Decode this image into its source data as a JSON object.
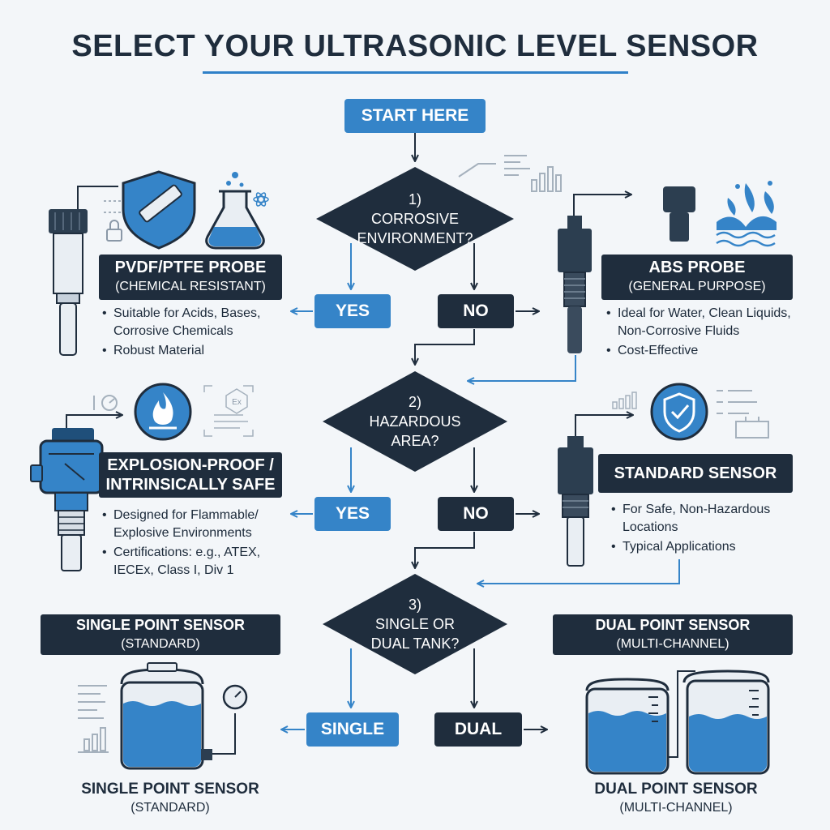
{
  "title": "SELECT YOUR ULTRASONIC LEVEL SENSOR",
  "start": "START HERE",
  "decisions": [
    {
      "num": "1)",
      "lines": [
        "CORROSIVE",
        "ENVIRONMENT?"
      ]
    },
    {
      "num": "2)",
      "lines": [
        "HAZARDOUS",
        "AREA?"
      ]
    },
    {
      "num": "3)",
      "lines": [
        "SINGLE OR",
        "DUAL TANK?"
      ]
    }
  ],
  "answers": {
    "q1_yes": "YES",
    "q1_no": "NO",
    "q2_yes": "YES",
    "q2_no": "NO",
    "q3_single": "SINGLE",
    "q3_dual": "DUAL"
  },
  "results": {
    "pvdf": {
      "title": "PVDF/PTFE PROBE",
      "subtitle": "(CHEMICAL RESISTANT)",
      "bullets": [
        "Suitable for Acids, Bases,\nCorrosive Chemicals",
        "Robust Material"
      ]
    },
    "abs": {
      "title": "ABS PROBE",
      "subtitle": "(GENERAL PURPOSE)",
      "bullets": [
        "Ideal for Water, Clean Liquids,\nNon-Corrosive Fluids",
        "Cost-Effective"
      ]
    },
    "explosion": {
      "title": "EXPLOSION-PROOF /",
      "subtitle": "INTRINSICALLY SAFE",
      "bullets": [
        "Designed for Flammable/\nExplosive Environments",
        "Certifications: e.g., ATEX,\nIECEx, Class I, Div 1"
      ]
    },
    "standard": {
      "title": "STANDARD SENSOR",
      "bullets": [
        "For Safe, Non-Hazardous\nLocations",
        "Typical Applications"
      ]
    },
    "single": {
      "title": "SINGLE POINT SENSOR",
      "subtitle": "(STANDARD)",
      "caption_title": "SINGLE POINT SENSOR",
      "caption_subtitle": "(STANDARD)"
    },
    "dual": {
      "title": "DUAL POINT SENSOR",
      "subtitle": "(MULTI-CHANNEL)",
      "caption_title": "DUAL POINT SENSOR",
      "caption_subtitle": "(MULTI-CHANNEL)"
    }
  },
  "icon_labels": {
    "ex_mark": "Ex"
  },
  "colors": {
    "navy": "#1f2d3d",
    "blue": "#3584c8",
    "light_blue": "#4a9ad8",
    "background": "#f3f6f9"
  }
}
